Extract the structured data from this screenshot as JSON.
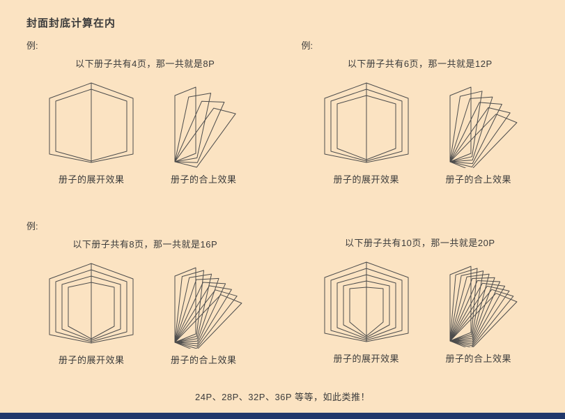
{
  "page": {
    "title": "封面封底计算在内",
    "footer": "24P、28P、32P、36P 等等，如此类推！",
    "background": "#fbe3c2",
    "line_color": "#4c4c4c",
    "bottom_bar_color": "#21386b"
  },
  "examples": [
    {
      "label": "例:",
      "caption": "以下册子共有4页，那一共就是8P",
      "pages": 4,
      "total": "8P",
      "open_layers": 2,
      "closed_sheets": 4,
      "open_caption": "册子的展开效果",
      "closed_caption": "册子的合上效果"
    },
    {
      "label": "例:",
      "caption": "以下册子共有6页，那一共就是12P",
      "pages": 6,
      "total": "12P",
      "open_layers": 3,
      "closed_sheets": 6,
      "open_caption": "册子的展开效果",
      "closed_caption": "册子的合上效果"
    },
    {
      "label": "例:",
      "caption": "以下册子共有8页，那一共就是16P",
      "pages": 8,
      "total": "16P",
      "open_layers": 4,
      "closed_sheets": 8,
      "open_caption": "册子的展开效果",
      "closed_caption": "册子的合上效果"
    },
    {
      "label": "",
      "caption": "以下册子共有10页，那一共就是20P",
      "pages": 10,
      "total": "20P",
      "open_layers": 5,
      "closed_sheets": 10,
      "open_caption": "册子的展开效果",
      "closed_caption": "册子的合上效果"
    }
  ]
}
